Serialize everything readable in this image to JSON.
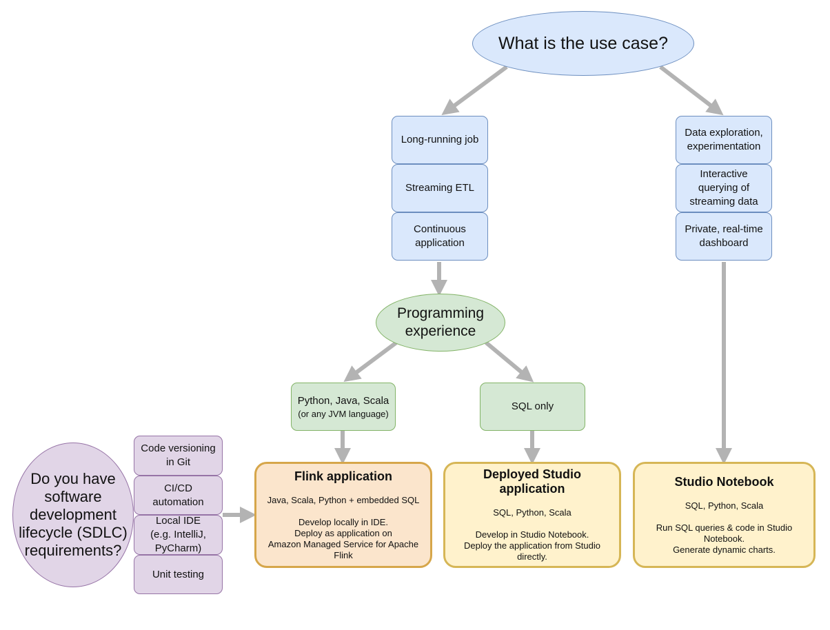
{
  "root_question": "What is the use case?",
  "left_use_cases": [
    "Long-running job",
    "Streaming ETL",
    "Continuous\napplication"
  ],
  "right_use_cases": [
    "Data exploration,\nexperimentation",
    "Interactive\nquerying of\nstreaming data",
    "Private, real-time\ndashboard"
  ],
  "programming_question": "Programming\nexperience",
  "languages_option": {
    "line1": "Python, Java, Scala",
    "line2": "(or any JVM language)"
  },
  "sql_option": "SQL only",
  "sdlc_question": "Do you have\nsoftware\ndevelopment\nlifecycle (SDLC)\nrequirements?",
  "sdlc_items": [
    "Code versioning\nin Git",
    "CI/CD\nautomation",
    "Local IDE\n(e.g. IntelliJ,\nPyCharm)",
    "Unit testing"
  ],
  "outcomes": {
    "flink": {
      "title": "Flink application",
      "languages": "Java, Scala, Python + embedded SQL",
      "description": "Develop locally in IDE.\nDeploy as application on\nAmazon Managed Service for Apache\nFlink"
    },
    "deployed_studio": {
      "title": "Deployed Studio\napplication",
      "languages": "SQL, Python, Scala",
      "description": "Develop in Studio Notebook.\nDeploy the application from Studio\ndirectly."
    },
    "studio_notebook": {
      "title": "Studio Notebook",
      "languages": "SQL, Python, Scala",
      "description": "Run SQL queries & code in Studio\nNotebook.\nGenerate dynamic charts."
    }
  },
  "colors": {
    "arrow": "#b3b3b3",
    "blue_fill": "#dae8fc",
    "green_fill": "#d5e8d4",
    "purple_fill": "#e1d5e7",
    "orange_fill": "#fbe5cc",
    "yellow_fill": "#fff2cc"
  }
}
